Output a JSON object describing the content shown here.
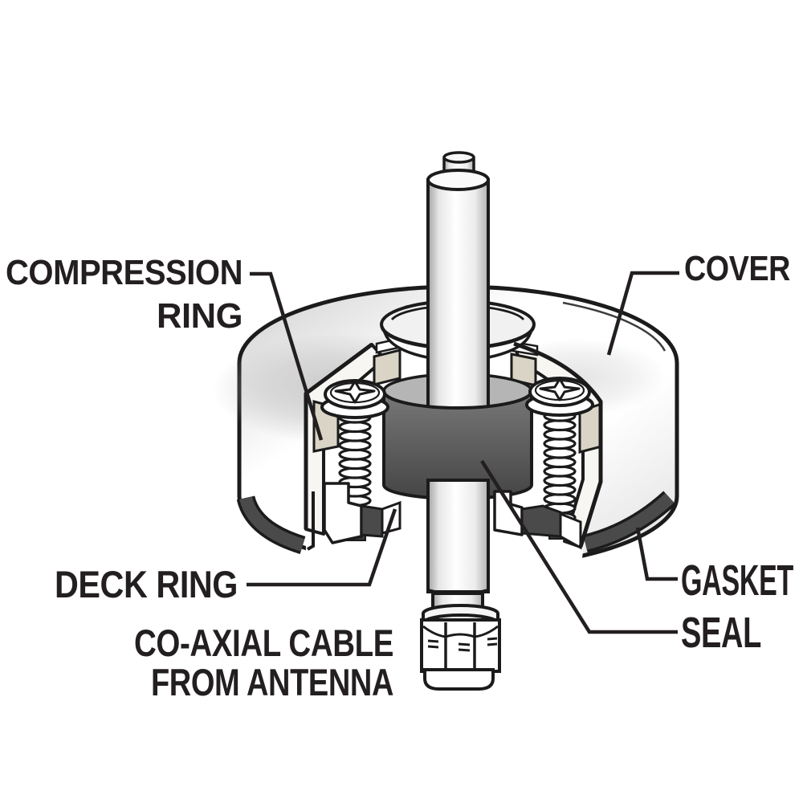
{
  "figure": {
    "kind": "technical cutaway diagram",
    "subject": "cable deck gland cross-section"
  },
  "labels": {
    "compression_ring_line1": "COMPRESSION",
    "compression_ring_line2": "RING",
    "cover": "COVER",
    "deck_ring": "DECK RING",
    "coaxial_line1": "CO-AXIAL CABLE",
    "coaxial_line2": "FROM ANTENNA",
    "gasket": "GASKET",
    "seal": "SEAL"
  },
  "colors": {
    "ink": "#231f20",
    "outline": "#1b1b1b",
    "seal_dark": "#4f4f4f",
    "gasket_dark": "#4a4a4a",
    "compression_ring_cream": "#d9d4c5",
    "metal_white": "#ffffff",
    "background": "#ffffff"
  }
}
